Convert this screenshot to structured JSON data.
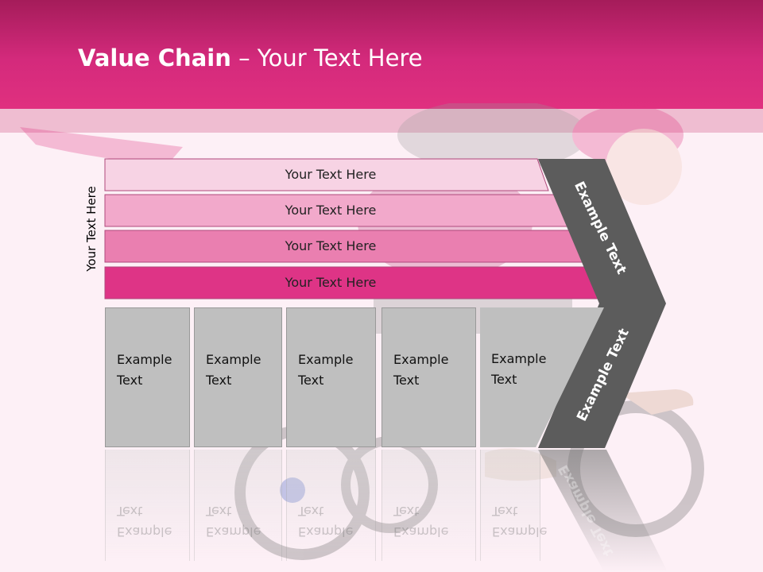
{
  "slide": {
    "title_bold": "Value Chain",
    "title_rest": " – Your Text Here",
    "side_label": "Your Text Here"
  },
  "bars": [
    {
      "label": "Your Text Here",
      "color": "#f7d3e4"
    },
    {
      "label": "Your Text Here",
      "color": "#f2a9cb"
    },
    {
      "label": "Your Text Here",
      "color": "#ea7fb0"
    },
    {
      "label": "Your Text Here",
      "color": "#de3486"
    }
  ],
  "boxes": [
    {
      "label": "Example\nText"
    },
    {
      "label": "Example\nText"
    },
    {
      "label": "Example\nText"
    },
    {
      "label": "Example\nText"
    },
    {
      "label": "Example\nText"
    }
  ],
  "chevron": {
    "upper_label": "Example Text",
    "lower_label": "Example Text",
    "color": "#5c5c5c"
  },
  "colors": {
    "header": "#d42a7c",
    "band": "#efbdd1",
    "background": "#fdf0f6",
    "box": "#bfbfbf"
  }
}
